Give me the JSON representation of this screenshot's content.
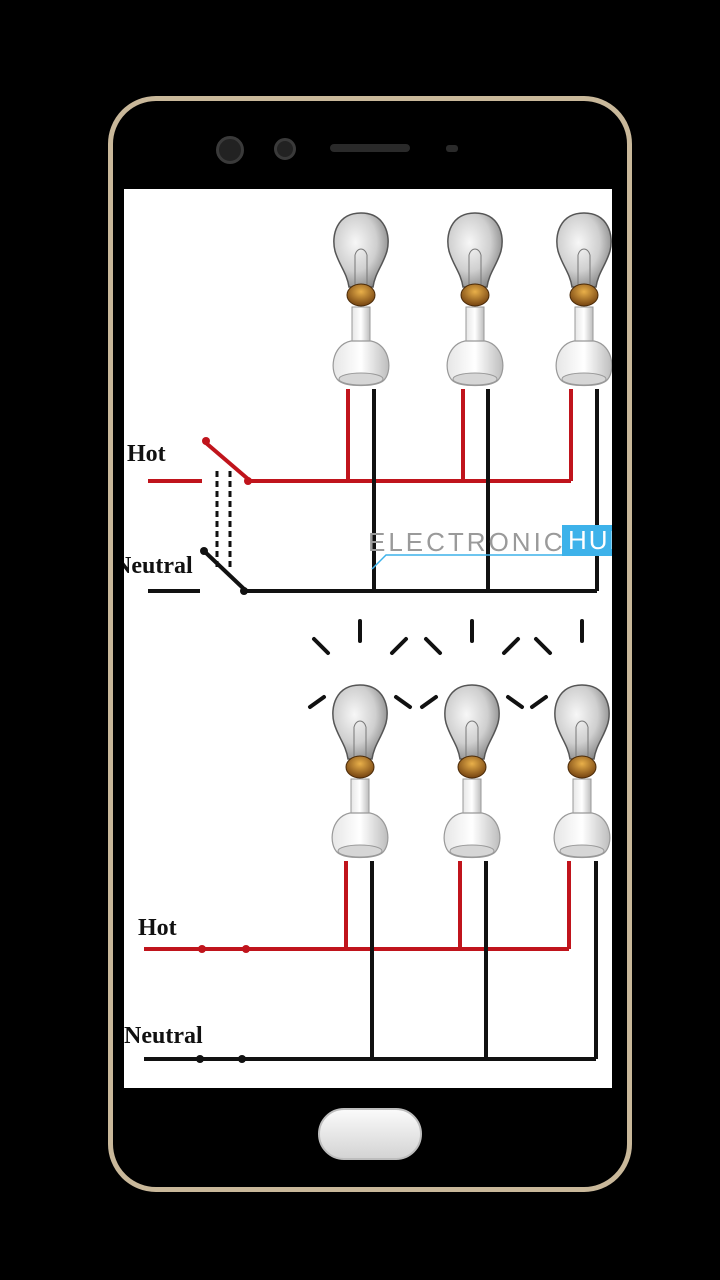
{
  "diagram": {
    "top": {
      "hot_label": "Hot",
      "neutral_label": "Neutral",
      "switch_state": "off"
    },
    "bottom": {
      "hot_label": "Hot",
      "neutral_label": "Neutral",
      "switch_state": "on"
    },
    "watermark": {
      "text": "ELECTRONICS",
      "badge": "HUB"
    }
  },
  "colors": {
    "hot_wire": "#c0141c",
    "neutral_wire": "#111111",
    "badge": "#3db2ea",
    "frame": "#c9b89a"
  },
  "icons": [
    "bulb-icon",
    "light-rays-icon",
    "switch-icon"
  ]
}
